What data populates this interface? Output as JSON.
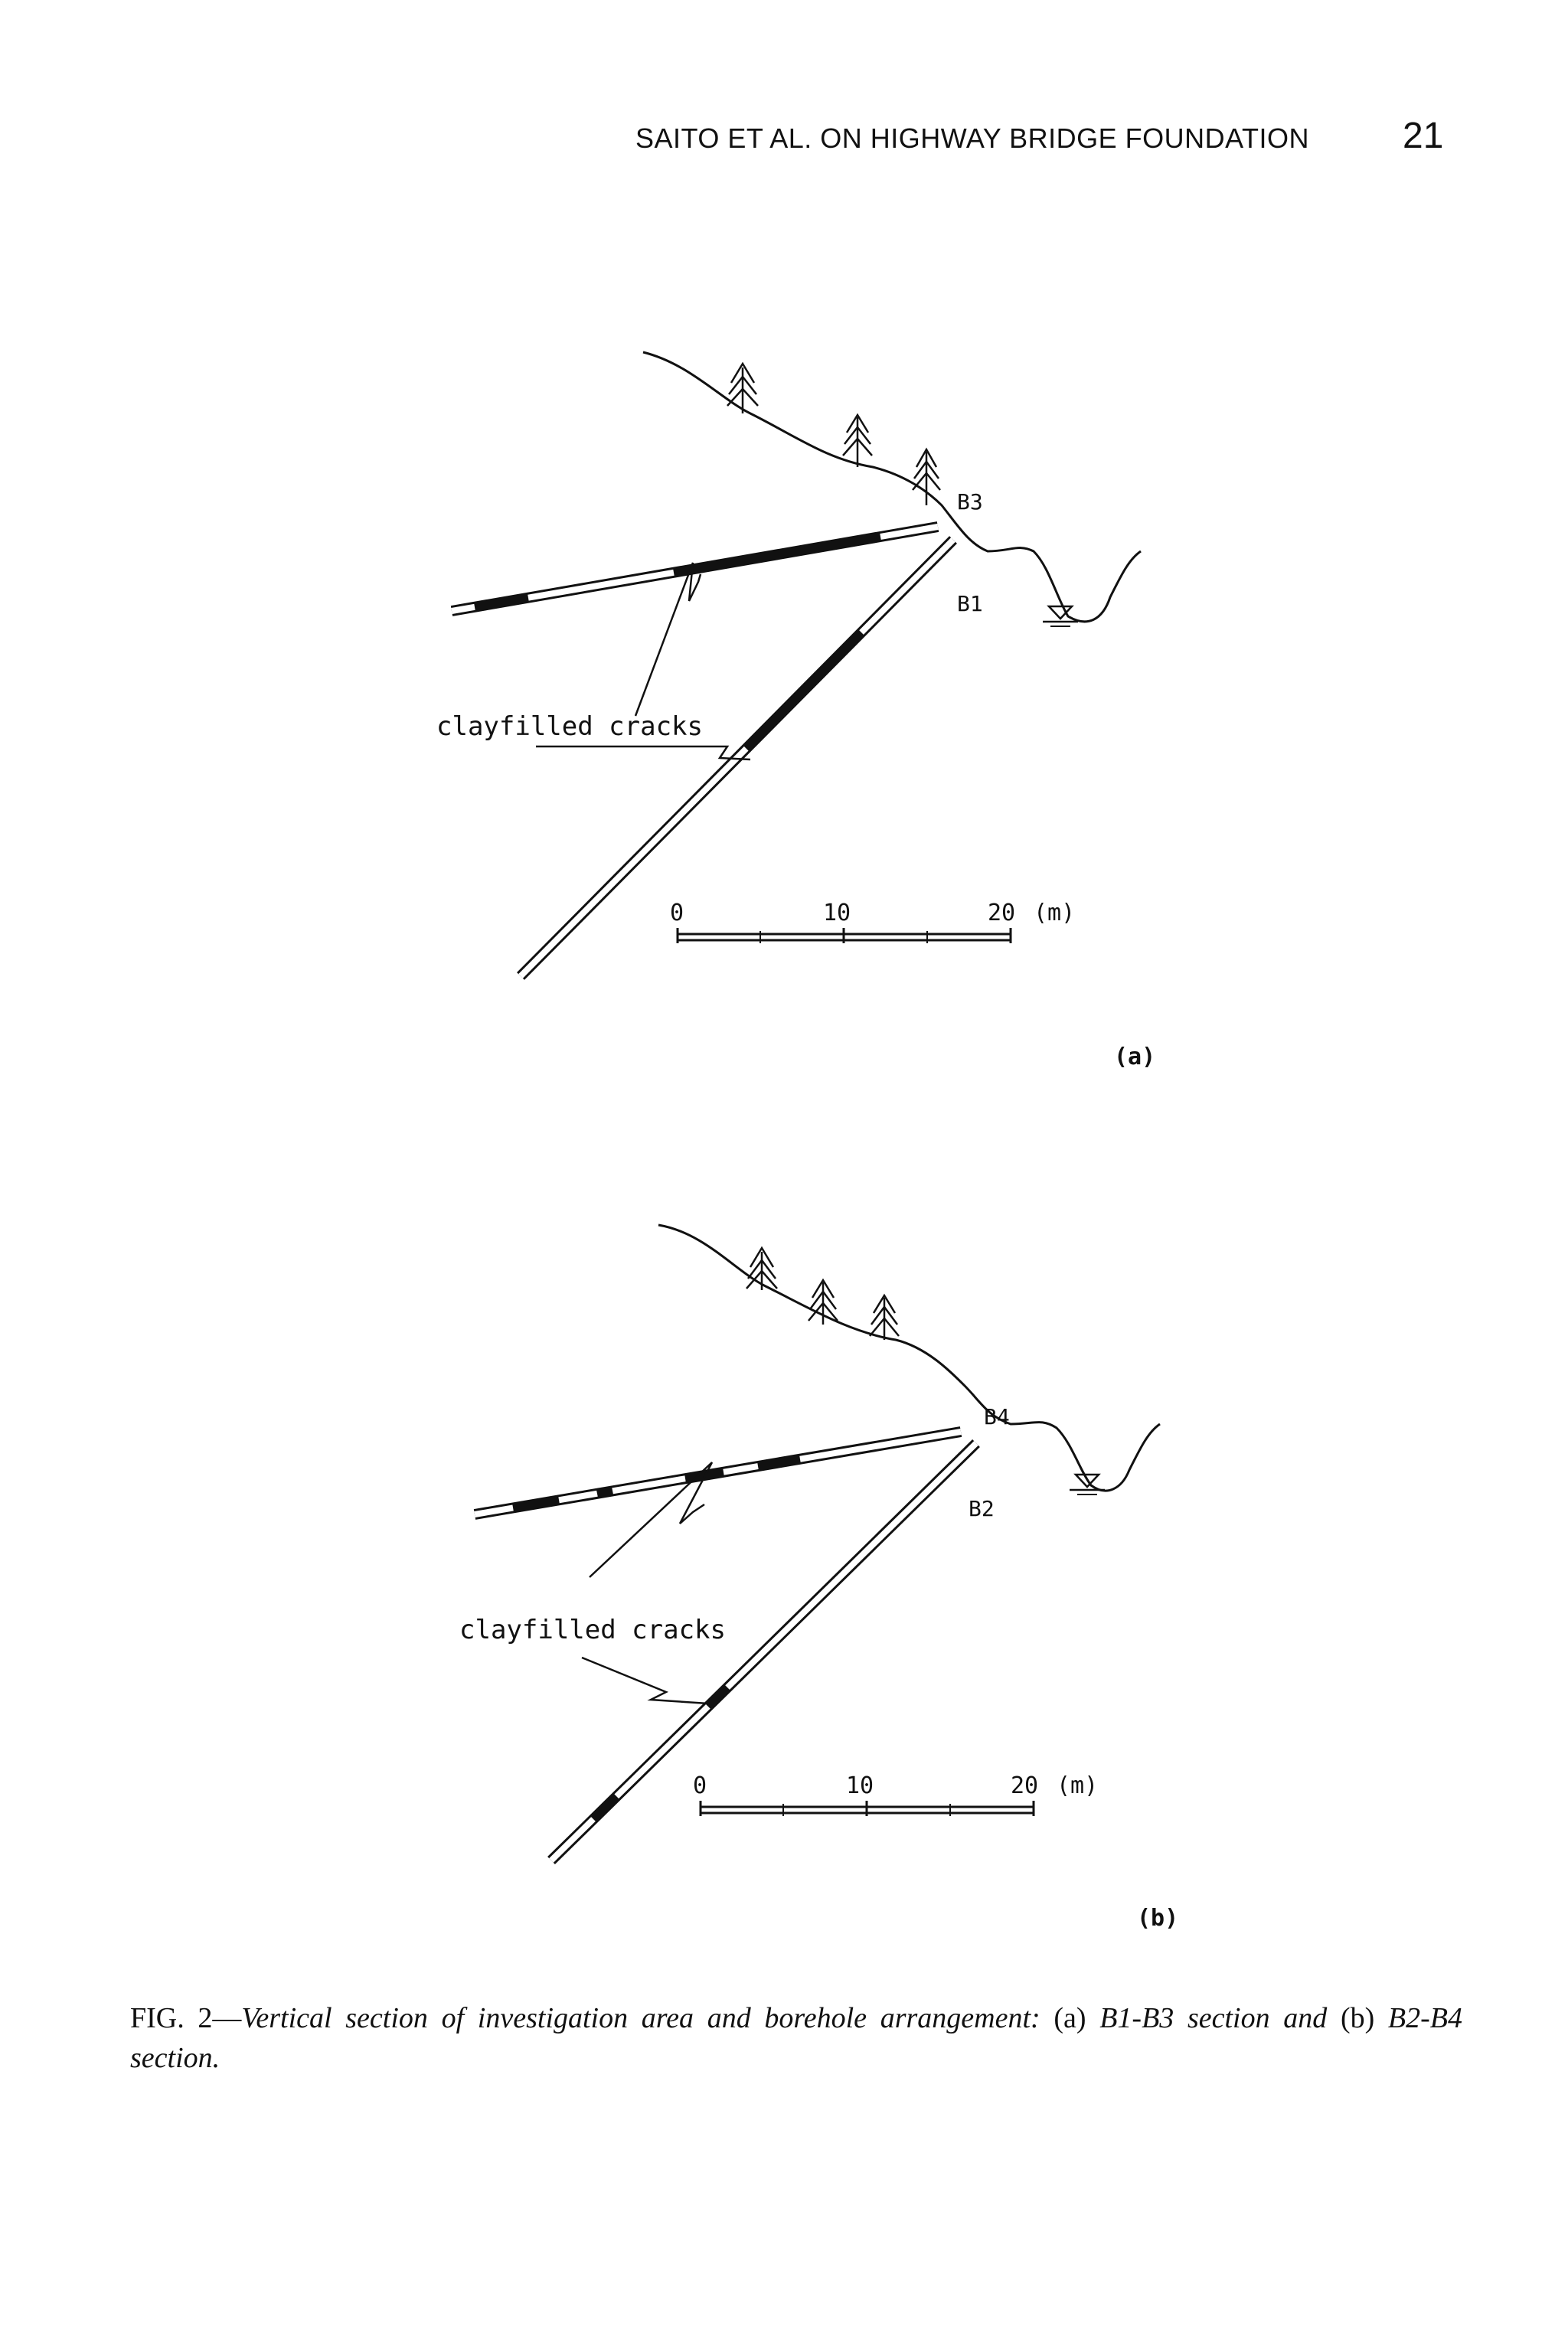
{
  "header": {
    "running_title": "SAITO ET AL. ON HIGHWAY BRIDGE FOUNDATION",
    "page_number": "21"
  },
  "figure_a": {
    "borehole_upper": "B3",
    "borehole_lower": "B1",
    "annotation": "clayfilled cracks",
    "scale_ticks": [
      "0",
      "10",
      "20"
    ],
    "scale_unit": "(m)",
    "panel_label": "(a)"
  },
  "figure_b": {
    "borehole_upper": "B4",
    "borehole_lower": "B2",
    "annotation": "clayfilled cracks",
    "scale_ticks": [
      "0",
      "10",
      "20"
    ],
    "scale_unit": "(m)",
    "panel_label": "(b)"
  },
  "caption": {
    "prefix": "FIG. 2—",
    "text_1": "Vertical section of investigation area and borehole arrangement:",
    "a_label": "(a)",
    "text_2": "B1-B3 section and",
    "b_label": "(b)",
    "text_3": "B2-B4 section."
  }
}
